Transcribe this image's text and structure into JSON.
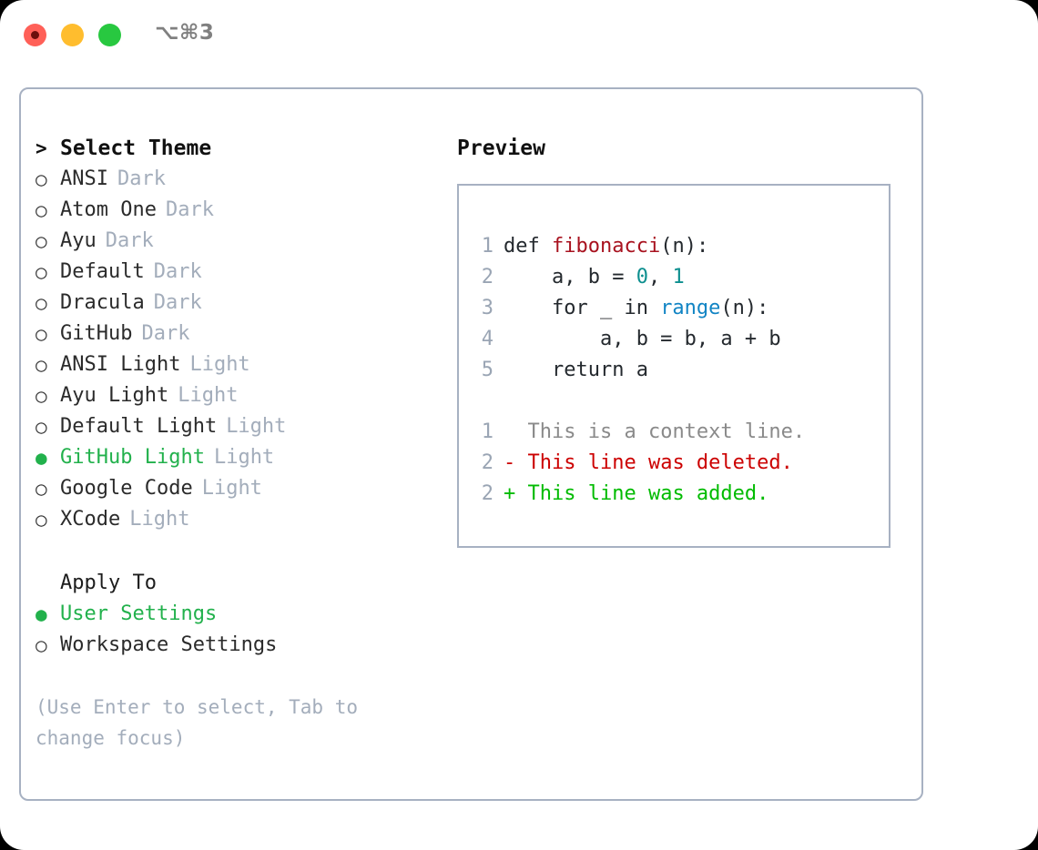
{
  "titlebar": {
    "shortcut": "⌥⌘3",
    "buttons": [
      {
        "name": "close",
        "color": "#ff6058"
      },
      {
        "name": "minimize",
        "color": "#ffbd2e"
      },
      {
        "name": "maximize",
        "color": "#28c840"
      }
    ]
  },
  "theme_picker": {
    "heading": "Select Theme",
    "caret": ">",
    "bullet_empty": "○",
    "bullet_filled": "●",
    "items": [
      {
        "label": "ANSI",
        "variant": "Dark",
        "selected": false
      },
      {
        "label": "Atom One",
        "variant": "Dark",
        "selected": false
      },
      {
        "label": "Ayu",
        "variant": "Dark",
        "selected": false
      },
      {
        "label": "Default",
        "variant": "Dark",
        "selected": false
      },
      {
        "label": "Dracula",
        "variant": "Dark",
        "selected": false
      },
      {
        "label": "GitHub",
        "variant": "Dark",
        "selected": false
      },
      {
        "label": "ANSI Light",
        "variant": "Light",
        "selected": false
      },
      {
        "label": "Ayu Light",
        "variant": "Light",
        "selected": false
      },
      {
        "label": "Default Light",
        "variant": "Light",
        "selected": false
      },
      {
        "label": "GitHub Light",
        "variant": "Light",
        "selected": true
      },
      {
        "label": "Google Code",
        "variant": "Light",
        "selected": false
      },
      {
        "label": "XCode",
        "variant": "Light",
        "selected": false
      }
    ]
  },
  "apply_to": {
    "heading": "Apply To",
    "options": [
      {
        "label": "User Settings",
        "selected": true
      },
      {
        "label": "Workspace Settings",
        "selected": false
      }
    ]
  },
  "hint": "(Use Enter to select, Tab to change focus)",
  "preview": {
    "title": "Preview",
    "code_lines": [
      {
        "num": "1",
        "tokens": [
          {
            "t": "def ",
            "c": "plain"
          },
          {
            "t": "fibonacci",
            "c": "fn"
          },
          {
            "t": "(n):",
            "c": "plain"
          }
        ]
      },
      {
        "num": "2",
        "tokens": [
          {
            "t": "    a, b = ",
            "c": "plain"
          },
          {
            "t": "0",
            "c": "num"
          },
          {
            "t": ", ",
            "c": "plain"
          },
          {
            "t": "1",
            "c": "num"
          }
        ]
      },
      {
        "num": "3",
        "tokens": [
          {
            "t": "    for _ in ",
            "c": "plain"
          },
          {
            "t": "range",
            "c": "blue"
          },
          {
            "t": "(n):",
            "c": "plain"
          }
        ]
      },
      {
        "num": "4",
        "tokens": [
          {
            "t": "        a, b = b, a + b",
            "c": "plain"
          }
        ]
      },
      {
        "num": "5",
        "tokens": [
          {
            "t": "    return a",
            "c": "plain"
          }
        ]
      }
    ],
    "diff_lines": [
      {
        "num": "1",
        "marker": "  ",
        "text": "This is a context line.",
        "kind": "ctx"
      },
      {
        "num": "2",
        "marker": "- ",
        "text": "This line was deleted.",
        "kind": "del"
      },
      {
        "num": "2",
        "marker": "+ ",
        "text": "This line was added.",
        "kind": "add"
      }
    ]
  },
  "colors": {
    "selected_green": "#22b14c",
    "diff_add": "#00bb00",
    "diff_del": "#cc0000",
    "border": "#a7b1c2",
    "muted": "#a3adbb",
    "fn_red": "#a8121f",
    "num_teal": "#0d8f8f",
    "blue": "#1184c4"
  }
}
